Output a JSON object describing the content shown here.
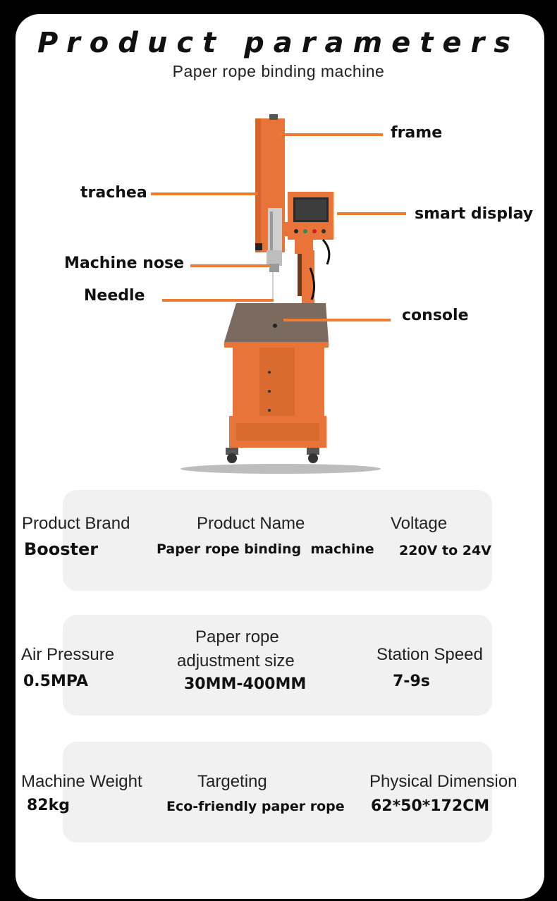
{
  "header": {
    "title": "Product parameters",
    "subtitle": "Paper rope binding machine"
  },
  "callouts": {
    "frame": "frame",
    "trachea": "trachea",
    "smart_display": "smart display",
    "machine_nose": "Machine nose",
    "needle": "Needle",
    "console": "console"
  },
  "params": {
    "row1": {
      "brand_label": "Product Brand",
      "brand_value": "Booster",
      "name_label": "Product Name",
      "name_value": "Paper rope binding  machine",
      "voltage_label": "Voltage",
      "voltage_value": "220V to 24V"
    },
    "row2": {
      "pressure_label": "Air Pressure",
      "pressure_value": "0.5MPA",
      "size_label_1": "Paper rope",
      "size_label_2": "adjustment size",
      "size_value": "30MM-400MM",
      "speed_label": "Station Speed",
      "speed_value": "7-9s"
    },
    "row3": {
      "weight_label": "Machine Weight",
      "weight_value": "82kg",
      "target_label": "Targeting",
      "target_value": "Eco-friendly paper rope",
      "dimension_label": "Physical Dimension",
      "dimension_value": "62*50*172CM"
    }
  },
  "colors": {
    "accent": "#f07c32",
    "machine_orange": "#e8743a",
    "panel_bg": "#f1f1f1"
  }
}
